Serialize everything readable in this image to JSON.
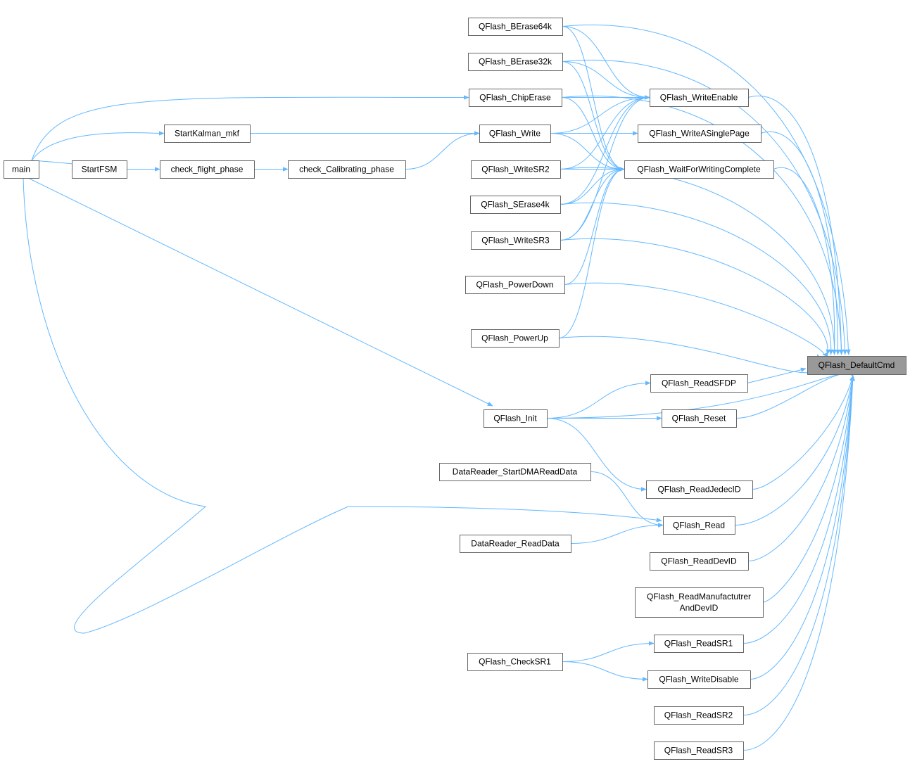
{
  "title": "QFlash_DefaultCmd",
  "colors": {
    "edge": "#63b8ff",
    "node_border": "#666666",
    "focus_fill": "#999999"
  },
  "nodes": [
    {
      "id": "main",
      "label": "main"
    },
    {
      "id": "StartFSM",
      "label": "StartFSM"
    },
    {
      "id": "check_flight_phase",
      "label": "check_flight_phase"
    },
    {
      "id": "check_Calibrating_phase",
      "label": "check_Calibrating_phase"
    },
    {
      "id": "StartKalman_mkf",
      "label": "StartKalman_mkf"
    },
    {
      "id": "BErase64k",
      "label": "QFlash_BErase64k"
    },
    {
      "id": "BErase32k",
      "label": "QFlash_BErase32k"
    },
    {
      "id": "ChipErase",
      "label": "QFlash_ChipErase"
    },
    {
      "id": "Write",
      "label": "QFlash_Write"
    },
    {
      "id": "WriteSR2",
      "label": "QFlash_WriteSR2"
    },
    {
      "id": "SErase4k",
      "label": "QFlash_SErase4k"
    },
    {
      "id": "WriteSR3",
      "label": "QFlash_WriteSR3"
    },
    {
      "id": "PowerDown",
      "label": "QFlash_PowerDown"
    },
    {
      "id": "PowerUp",
      "label": "QFlash_PowerUp"
    },
    {
      "id": "WriteEnable",
      "label": "QFlash_WriteEnable"
    },
    {
      "id": "WriteASinglePage",
      "label": "QFlash_WriteASinglePage"
    },
    {
      "id": "WaitFor",
      "label": "QFlash_WaitForWritingComplete"
    },
    {
      "id": "DefaultCmd",
      "label": "QFlash_DefaultCmd"
    },
    {
      "id": "ReadSFDP",
      "label": "QFlash_ReadSFDP"
    },
    {
      "id": "Init",
      "label": "QFlash_Init"
    },
    {
      "id": "Reset",
      "label": "QFlash_Reset"
    },
    {
      "id": "StartDMA",
      "label": "DataReader_StartDMAReadData"
    },
    {
      "id": "ReadJedecID",
      "label": "QFlash_ReadJedecID"
    },
    {
      "id": "Read",
      "label": "QFlash_Read"
    },
    {
      "id": "ReadData",
      "label": "DataReader_ReadData"
    },
    {
      "id": "ReadDevID",
      "label": "QFlash_ReadDevID"
    },
    {
      "id": "ReadManuf",
      "label": "QFlash_ReadManufactutrer AndDevID",
      "lines": [
        "QFlash_ReadManufactutrer",
        "AndDevID"
      ]
    },
    {
      "id": "ReadSR1",
      "label": "QFlash_ReadSR1"
    },
    {
      "id": "CheckSR1",
      "label": "QFlash_CheckSR1"
    },
    {
      "id": "WriteDisable",
      "label": "QFlash_WriteDisable"
    },
    {
      "id": "ReadSR2",
      "label": "QFlash_ReadSR2"
    },
    {
      "id": "ReadSR3",
      "label": "QFlash_ReadSR3"
    }
  ],
  "edges": [
    [
      "main",
      "StartFSM"
    ],
    [
      "main",
      "StartKalman_mkf"
    ],
    [
      "main",
      "ChipErase"
    ],
    [
      "main",
      "Init"
    ],
    [
      "main",
      "Read"
    ],
    [
      "StartFSM",
      "check_flight_phase"
    ],
    [
      "check_flight_phase",
      "check_Calibrating_phase"
    ],
    [
      "check_Calibrating_phase",
      "Write"
    ],
    [
      "StartKalman_mkf",
      "Write"
    ],
    [
      "BErase64k",
      "WriteEnable"
    ],
    [
      "BErase64k",
      "WaitFor"
    ],
    [
      "BErase64k",
      "DefaultCmd"
    ],
    [
      "BErase32k",
      "WriteEnable"
    ],
    [
      "BErase32k",
      "WaitFor"
    ],
    [
      "BErase32k",
      "DefaultCmd"
    ],
    [
      "ChipErase",
      "WriteEnable"
    ],
    [
      "ChipErase",
      "WaitFor"
    ],
    [
      "ChipErase",
      "DefaultCmd"
    ],
    [
      "Write",
      "WriteEnable"
    ],
    [
      "Write",
      "WriteASinglePage"
    ],
    [
      "Write",
      "WaitFor"
    ],
    [
      "WriteSR2",
      "WriteEnable"
    ],
    [
      "WriteSR2",
      "WaitFor"
    ],
    [
      "WriteSR2",
      "DefaultCmd"
    ],
    [
      "SErase4k",
      "WriteEnable"
    ],
    [
      "SErase4k",
      "WaitFor"
    ],
    [
      "SErase4k",
      "DefaultCmd"
    ],
    [
      "WriteSR3",
      "WriteEnable"
    ],
    [
      "WriteSR3",
      "WaitFor"
    ],
    [
      "WriteSR3",
      "DefaultCmd"
    ],
    [
      "PowerDown",
      "WaitFor"
    ],
    [
      "PowerDown",
      "DefaultCmd"
    ],
    [
      "PowerUp",
      "WaitFor"
    ],
    [
      "PowerUp",
      "DefaultCmd"
    ],
    [
      "WriteEnable",
      "DefaultCmd"
    ],
    [
      "WriteASinglePage",
      "DefaultCmd"
    ],
    [
      "WaitFor",
      "DefaultCmd"
    ],
    [
      "Init",
      "ReadSFDP"
    ],
    [
      "Init",
      "Reset"
    ],
    [
      "Init",
      "ReadJedecID"
    ],
    [
      "Init",
      "DefaultCmd"
    ],
    [
      "ReadSFDP",
      "DefaultCmd"
    ],
    [
      "Reset",
      "DefaultCmd"
    ],
    [
      "ReadJedecID",
      "DefaultCmd"
    ],
    [
      "StartDMA",
      "Read"
    ],
    [
      "ReadData",
      "Read"
    ],
    [
      "Read",
      "DefaultCmd"
    ],
    [
      "ReadDevID",
      "DefaultCmd"
    ],
    [
      "ReadManuf",
      "DefaultCmd"
    ],
    [
      "CheckSR1",
      "ReadSR1"
    ],
    [
      "CheckSR1",
      "WriteDisable"
    ],
    [
      "ReadSR1",
      "DefaultCmd"
    ],
    [
      "WriteDisable",
      "DefaultCmd"
    ],
    [
      "ReadSR2",
      "DefaultCmd"
    ],
    [
      "ReadSR3",
      "DefaultCmd"
    ]
  ]
}
